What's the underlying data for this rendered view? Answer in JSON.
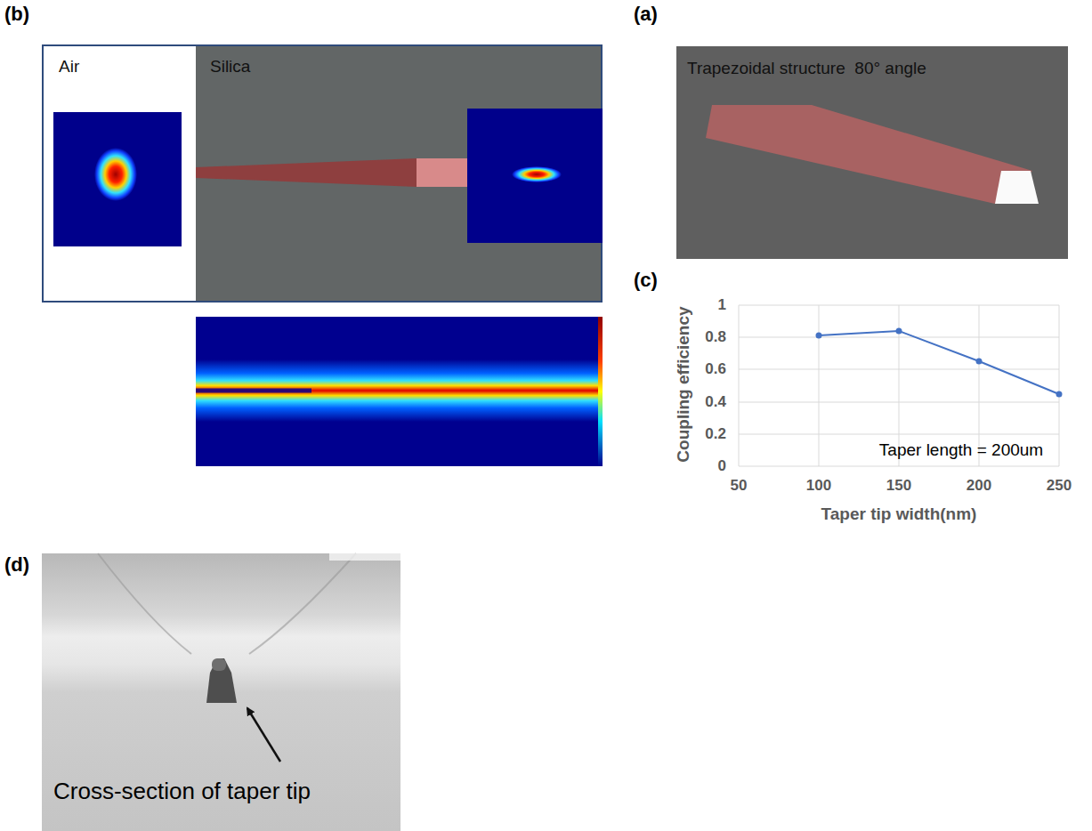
{
  "diagram": {
    "nodes": [
      {
        "text": [
          "Air"
        ]
      },
      {
        "text": [
          "Silica"
        ]
      },
      {
        "text": [
          "Trapezoidal structure  80° angle"
        ]
      }
    ],
    "labels": [
      "(b)",
      "(a)",
      "(c)",
      "Coupling efficiency",
      "1",
      "0.8",
      "0.6",
      "0.4",
      "0.2",
      "0",
      "50",
      "100",
      "150",
      "200",
      "250",
      "Taper tip width(nm)",
      "Taper length = 200um",
      "(d)",
      "Cross-section of taper tip"
    ]
  }
}
